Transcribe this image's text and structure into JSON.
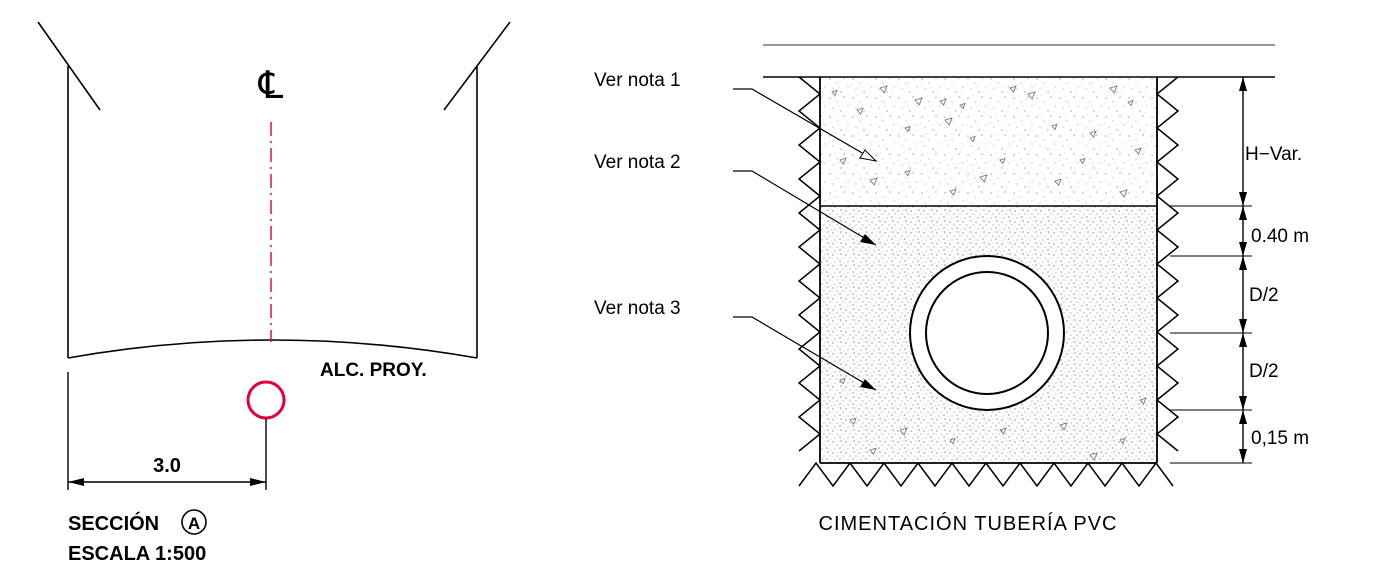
{
  "section_detail": {
    "centerline_symbol": "℄",
    "pipe_label": "ALC. PROY.",
    "dimension_value": "3.0",
    "title": "SECCIÓN",
    "section_letter": "A",
    "scale": "ESCALA 1:500",
    "colors": {
      "centerline": "#d0004a",
      "pipe": "#e0003c",
      "lines": "#000000"
    }
  },
  "pvc_detail": {
    "notes": [
      "Ver nota 1",
      "Ver nota 2",
      "Ver nota 3"
    ],
    "dimensions": [
      "H−Var.",
      "0.40 m",
      "D/2",
      "D/2",
      "0,15 m"
    ],
    "title": "CIMENTACIÓN TUBERÍA PVC",
    "colors": {
      "lines": "#000000",
      "hatch": "#000000",
      "fill_speckle": "#666666"
    }
  }
}
